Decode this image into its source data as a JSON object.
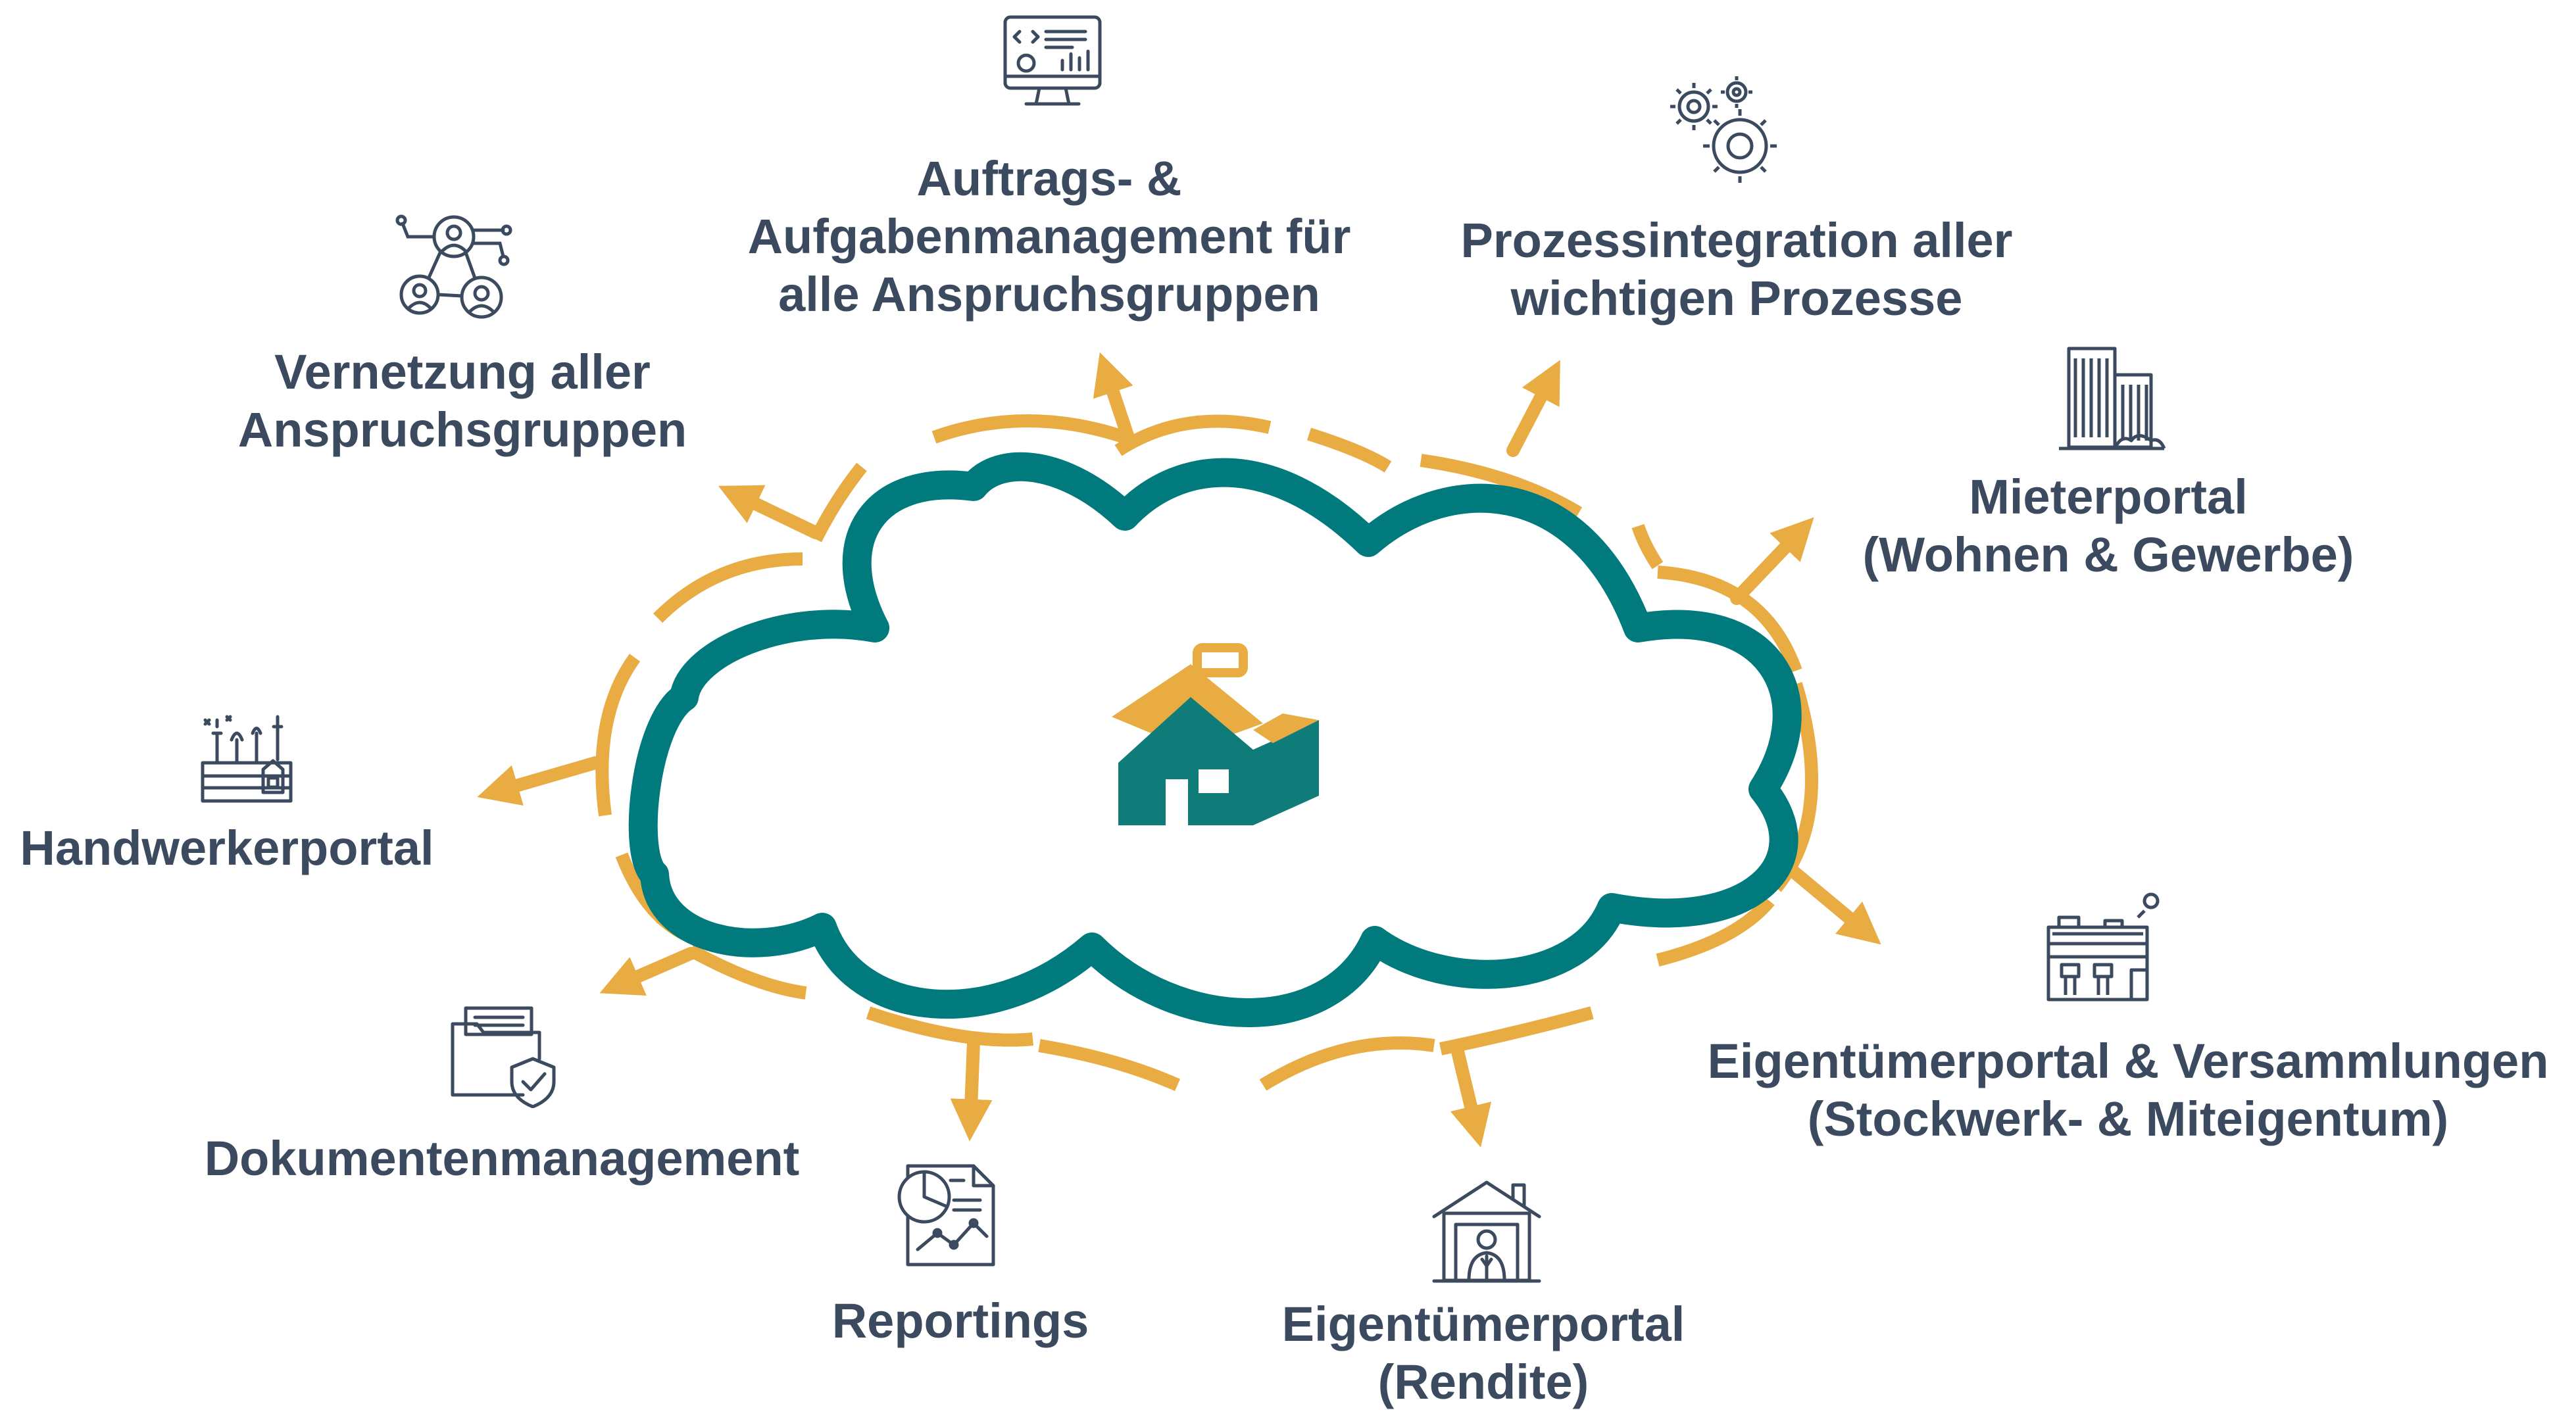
{
  "colors": {
    "teal": "#007a7c",
    "gold": "#e8ac42",
    "text": "#3b4a5e",
    "icon_stroke": "#3b4a5e",
    "house_teal": "#0f7c7a",
    "house_gold": "#e8ac42"
  },
  "center": {
    "icon": "house-box-icon"
  },
  "features": [
    {
      "id": "auftrags",
      "icon": "monitor-code-icon",
      "lines": [
        "Auftrags- &",
        "Aufgabenmanagement für",
        "alle Anspruchsgruppen"
      ]
    },
    {
      "id": "prozess",
      "icon": "gears-icon",
      "lines": [
        "Prozessintegration aller",
        "wichtigen Prozesse"
      ]
    },
    {
      "id": "vernetzung",
      "icon": "network-users-icon",
      "lines": [
        "Vernetzung aller",
        "Anspruchsgruppen"
      ]
    },
    {
      "id": "mieter",
      "icon": "buildings-icon",
      "lines": [
        "Mieterportal",
        "(Wohnen & Gewerbe)"
      ]
    },
    {
      "id": "handwerker",
      "icon": "toolbox-icon",
      "lines": [
        "Handwerkerportal"
      ]
    },
    {
      "id": "eigentuemer_vers",
      "icon": "apartment-icon",
      "lines": [
        "Eigentümerportal & Versammlungen",
        "(Stockwerk- & Miteigentum)"
      ]
    },
    {
      "id": "dokumente",
      "icon": "folder-shield-icon",
      "lines": [
        "Dokumentenmanagement"
      ]
    },
    {
      "id": "reportings",
      "icon": "report-chart-icon",
      "lines": [
        "Reportings"
      ]
    },
    {
      "id": "eigentuemer_rendite",
      "icon": "house-owner-icon",
      "lines": [
        "Eigentümerportal",
        "(Rendite)"
      ]
    }
  ]
}
